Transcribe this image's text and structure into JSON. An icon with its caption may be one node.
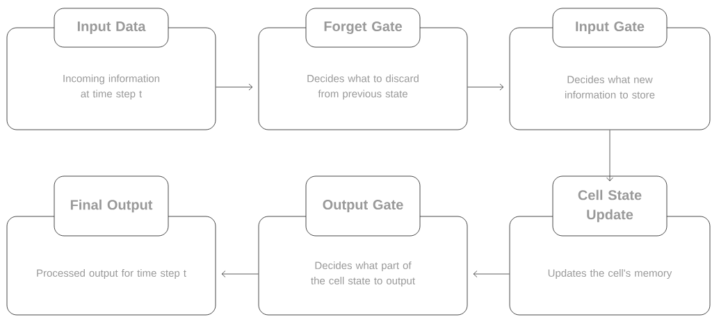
{
  "diagram": {
    "nodes": [
      {
        "text": [
          "Input Data",
          "Incoming information at time step t"
        ]
      },
      {
        "text": [
          "Forget Gate",
          "Decides what to discard from previous state"
        ]
      },
      {
        "text": [
          "Input Gate",
          "Decides what new information to store"
        ]
      },
      {
        "text": [
          "Final Output",
          "Processed output for time step t"
        ]
      },
      {
        "text": [
          "Output Gate",
          "Decides what part of the cell state to output"
        ]
      },
      {
        "text": [
          "Cell State Update",
          "Updates the cell's memory"
        ]
      }
    ],
    "edges": [
      {
        "from": 0,
        "to": 1,
        "arrow": "to"
      },
      {
        "from": 1,
        "to": 2,
        "arrow": "to"
      },
      {
        "from": 2,
        "to": 5,
        "arrow": "to"
      },
      {
        "from": 5,
        "to": 4,
        "arrow": "to"
      },
      {
        "from": 4,
        "to": 3,
        "arrow": "to"
      }
    ]
  }
}
